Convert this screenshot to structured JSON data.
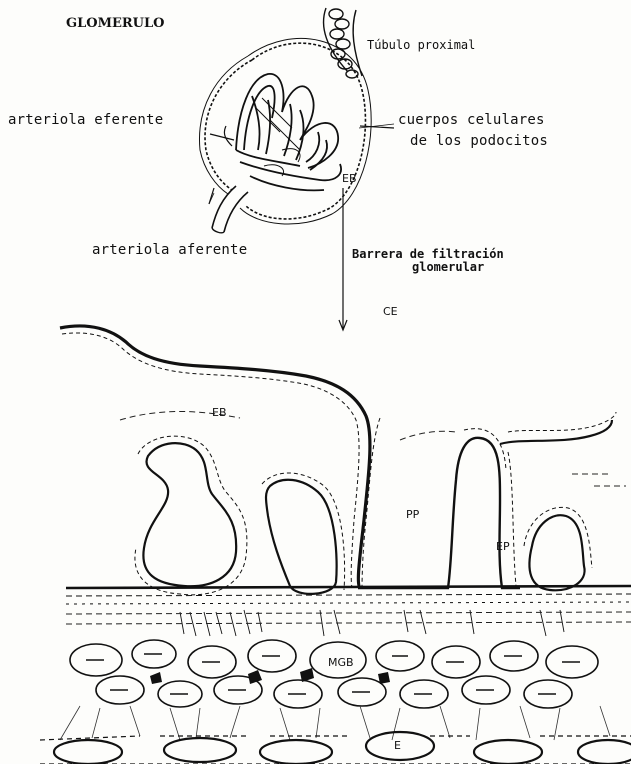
{
  "figure": {
    "title": "GLOMERULO",
    "labels": {
      "tubulo_proximal": "Túbulo proximal",
      "arteriola_eferente": "arteriola eferente",
      "cuerpos_celulares_1": "cuerpos celulares",
      "cuerpos_celulares_2": "de los podocitos",
      "eb_small": "EB",
      "arteriola_aferente": "arteriola aferente",
      "barrera_1": "Barrera de filtración",
      "barrera_2": "glomerular",
      "ce": "CE",
      "eb": "EB",
      "pp": "PP",
      "ep": "EP",
      "mgb": "MGB",
      "e": "E"
    }
  }
}
